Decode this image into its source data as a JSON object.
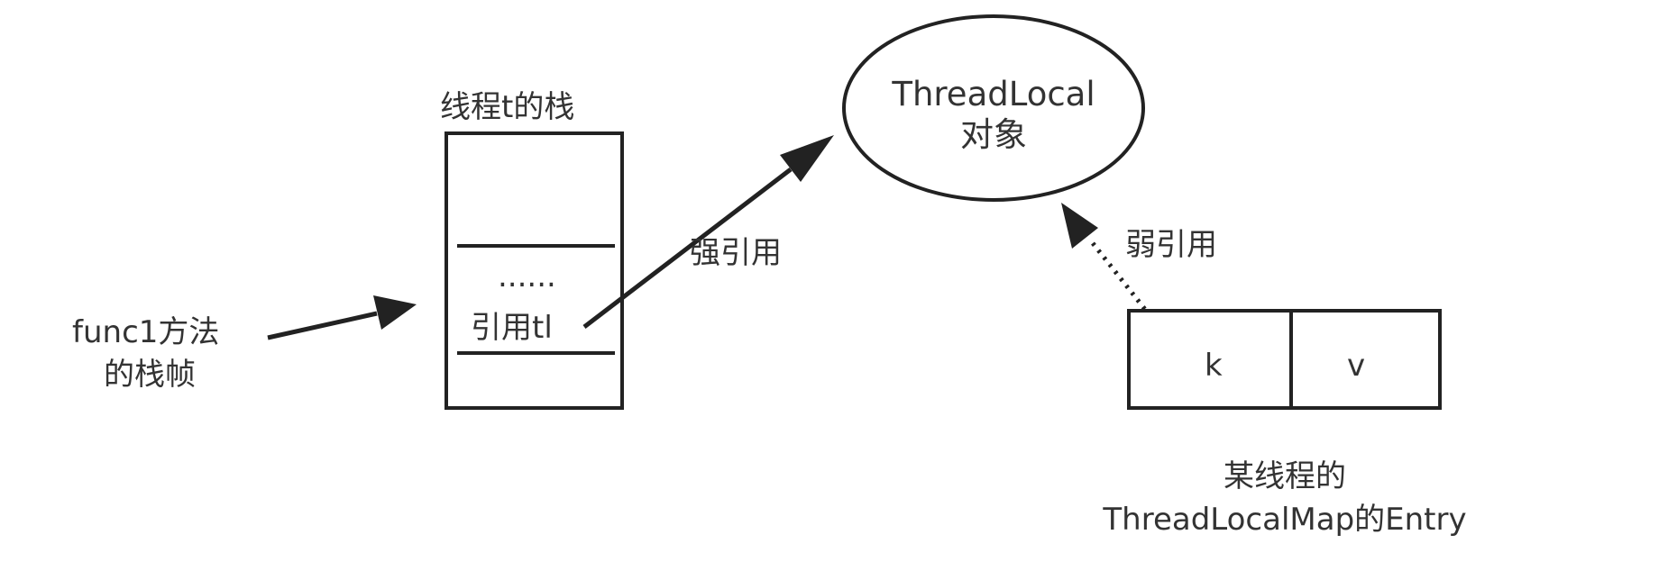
{
  "stack": {
    "title": "线程t的栈",
    "ellipsis": "......",
    "ref_label": "引用tl"
  },
  "frame": {
    "line1": "func1方法",
    "line2": "的栈帧"
  },
  "threadlocal": {
    "line1": "ThreadLocal",
    "line2": "对象"
  },
  "strong_ref": "强引用",
  "weak_ref": "弱引用",
  "entry": {
    "key": "k",
    "value": "v",
    "caption_line1": "某线程的",
    "caption_line2": "ThreadLocalMap的Entry"
  }
}
